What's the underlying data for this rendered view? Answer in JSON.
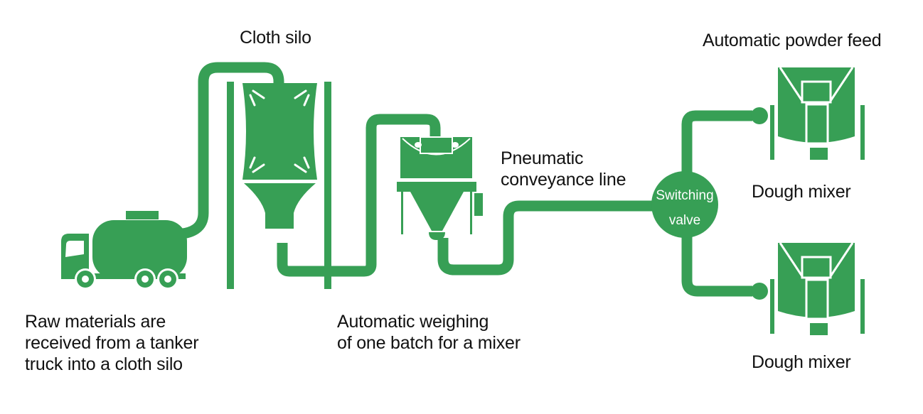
{
  "diagram": {
    "title": "Flour handling process flow",
    "colors": {
      "equipment": "#379f55",
      "text": "#111111",
      "background": "#ffffff",
      "valve_text": "#ffffff"
    },
    "labels": {
      "cloth_silo": "Cloth silo",
      "powder_feed": "Automatic powder feed",
      "pneumatic_line_1": "Pneumatic",
      "pneumatic_line_2": "conveyance line",
      "valve_line_1": "Switching",
      "valve_line_2": "valve",
      "mixer_top": "Dough mixer",
      "mixer_bottom": "Dough mixer",
      "truck_caption_1": "Raw materials are",
      "truck_caption_2": "received from a tanker",
      "truck_caption_3": "truck into a cloth silo",
      "weigh_caption_1": "Automatic weighing",
      "weigh_caption_2": "of one batch for a mixer"
    },
    "nodes": [
      {
        "id": "tanker-truck",
        "icon": "tanker-truck-icon"
      },
      {
        "id": "cloth-silo",
        "icon": "cloth-silo-icon"
      },
      {
        "id": "weighing-hopper",
        "icon": "weighing-hopper-icon"
      },
      {
        "id": "switching-valve",
        "icon": "valve-circle"
      },
      {
        "id": "dough-mixer-1",
        "icon": "dough-mixer-icon"
      },
      {
        "id": "dough-mixer-2",
        "icon": "dough-mixer-icon"
      }
    ],
    "edges": [
      {
        "from": "tanker-truck",
        "to": "cloth-silo"
      },
      {
        "from": "cloth-silo",
        "to": "weighing-hopper"
      },
      {
        "from": "weighing-hopper",
        "to": "switching-valve"
      },
      {
        "from": "switching-valve",
        "to": "dough-mixer-1"
      },
      {
        "from": "switching-valve",
        "to": "dough-mixer-2"
      }
    ]
  }
}
